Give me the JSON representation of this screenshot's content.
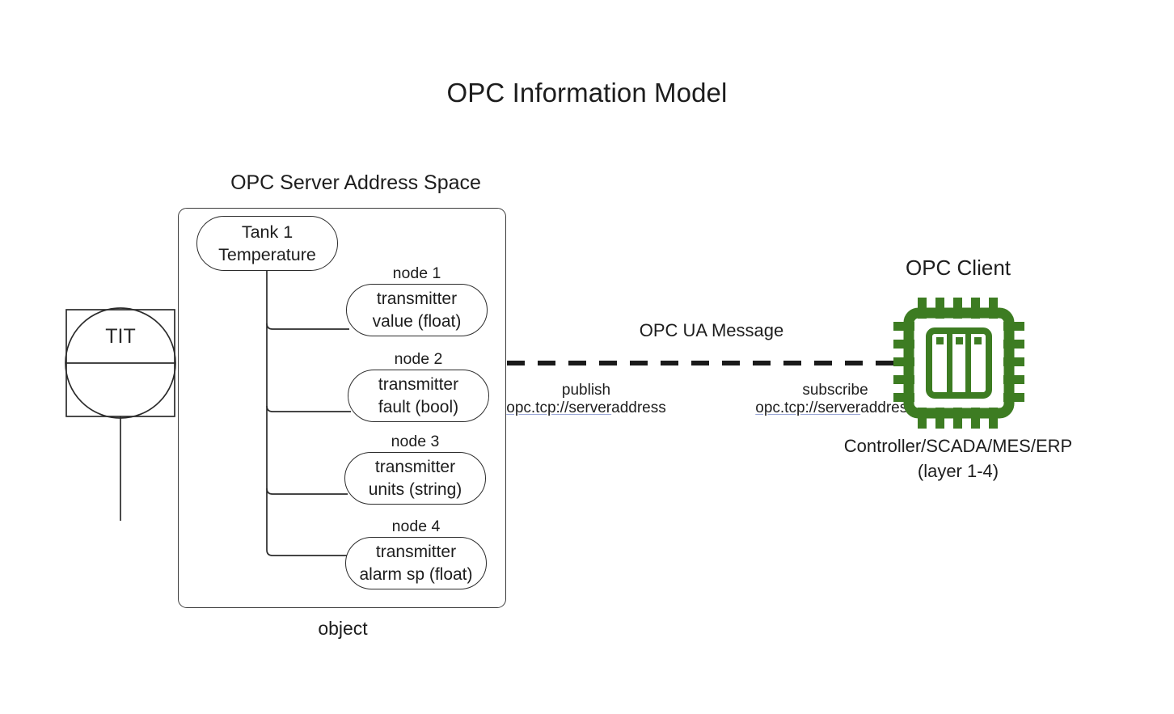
{
  "diagram": {
    "title": "OPC Information Model",
    "colors": {
      "chip_green": "#3d7c22",
      "line": "#2b2b2b",
      "text": "#1d1d1d",
      "link_underline": "#9aa7d6",
      "background": "#ffffff"
    }
  },
  "server": {
    "section_title": "OPC Server Address Space",
    "object_caption": "object",
    "root_node": {
      "line1": "Tank 1",
      "line2": "Temperature"
    },
    "nodes": [
      {
        "caption": "node 1",
        "line1": "transmitter",
        "line2": "value (float)"
      },
      {
        "caption": "node 2",
        "line1": "transmitter",
        "line2": "fault (bool)"
      },
      {
        "caption": "node 3",
        "line1": "transmitter",
        "line2": "units (string)"
      },
      {
        "caption": "node 4",
        "line1": "transmitter",
        "line2": "alarm sp (float)"
      }
    ]
  },
  "instrument": {
    "tag": "TIT",
    "icon": "instrument-balloon-icon"
  },
  "link": {
    "message_label": "OPC UA Message",
    "publish": {
      "verb": "publish",
      "url_linked": "opc.tcp://server",
      "url_plain": "address"
    },
    "subscribe": {
      "verb": "subscribe",
      "url_linked": "opc.tcp://server",
      "url_plain": "address"
    }
  },
  "client": {
    "title": "OPC Client",
    "icon": "cpu-chip-icon",
    "caption_line1": "Controller/SCADA/MES/ERP",
    "caption_line2": "(layer 1-4)"
  }
}
